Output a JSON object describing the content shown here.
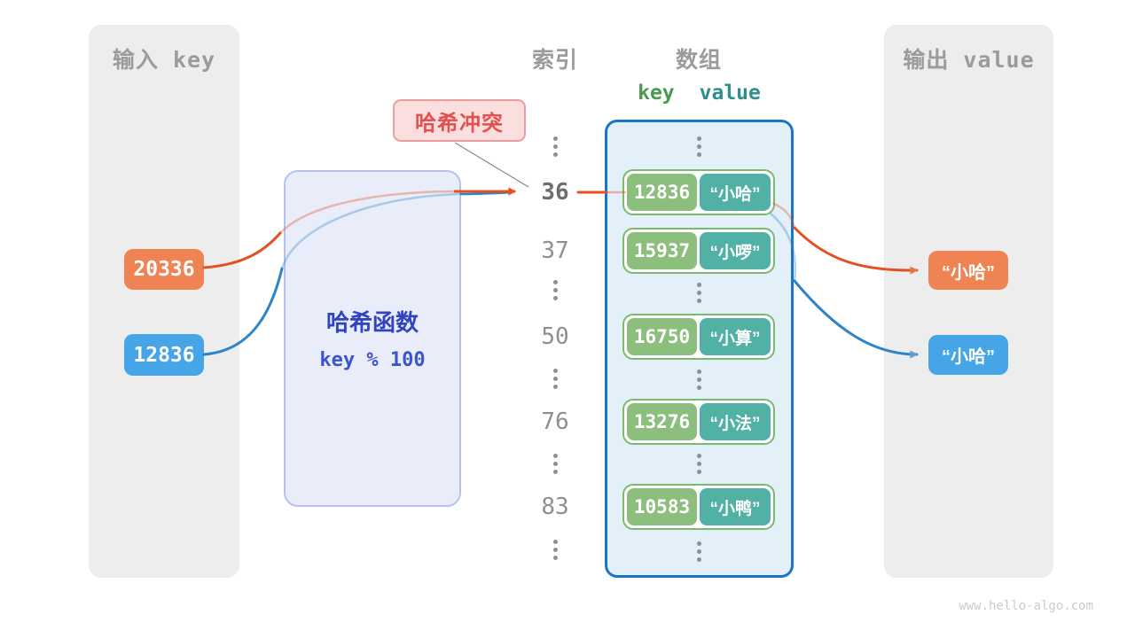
{
  "input_panel": {
    "title": "输入 key",
    "keys": [
      {
        "label": "20336",
        "color": "#ef8354"
      },
      {
        "label": "12836",
        "color": "#45a5e6"
      }
    ]
  },
  "hash_function": {
    "title": "哈希函数",
    "formula": "key % 100"
  },
  "collision": {
    "label": "哈希冲突"
  },
  "columns": {
    "index_title": "索引",
    "array_title": "数组"
  },
  "array": {
    "key_header": "key",
    "value_header": "value",
    "rows": [
      {
        "index": "36",
        "index_bold": true,
        "key": "12836",
        "value": "“小哈”"
      },
      {
        "index": "37",
        "index_bold": false,
        "key": "15937",
        "value": "“小啰”"
      },
      {
        "index": "50",
        "index_bold": false,
        "key": "16750",
        "value": "“小算”"
      },
      {
        "index": "76",
        "index_bold": false,
        "key": "13276",
        "value": "“小法”"
      },
      {
        "index": "83",
        "index_bold": false,
        "key": "10583",
        "value": "“小鸭”"
      }
    ]
  },
  "output_panel": {
    "title": "输出 value",
    "values": [
      {
        "label": "“小哈”",
        "color": "#ef8354"
      },
      {
        "label": "“小哈”",
        "color": "#45a5e6"
      }
    ]
  },
  "watermark": {
    "text": "www.hello-algo.com"
  },
  "colors": {
    "orange_chip": "#ef8354",
    "orange_arrow": "#e2511f",
    "blue_chip": "#45a5e6",
    "blue_arrow": "#2e84c8",
    "key_green": "#8cbe7d",
    "value_teal": "#50b1a4",
    "array_border": "#1a75c2",
    "hash_box_fill": "#e9edfa",
    "hash_text": "#3143bd",
    "collision_red": "#e25050",
    "panel_gray": "#ededed"
  }
}
